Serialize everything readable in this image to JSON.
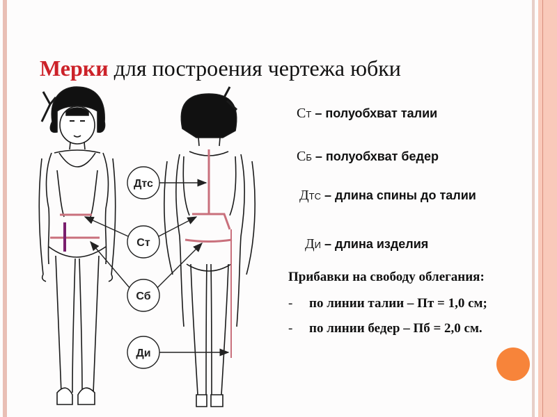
{
  "slide": {
    "title": {
      "accent": "Мерки",
      "rest": " для построения чертежа юбки"
    },
    "colors": {
      "accent": "#cc2229",
      "measure_line": "#c9707c",
      "measure_line_dark": "#7a1f6e",
      "orange_dot": "#f7843a",
      "border": "#f9c9ba"
    },
    "figure_labels": [
      {
        "id": "dts",
        "text": "Дтс"
      },
      {
        "id": "st",
        "text": "Ст"
      },
      {
        "id": "sb",
        "text": "Сб"
      },
      {
        "id": "di",
        "text": "Ди"
      }
    ],
    "legend": [
      {
        "sym": "С",
        "sub": "т",
        "desc": "– полуобхват талии"
      },
      {
        "sym": "С",
        "sub": "б",
        "desc": "– полуобхват бедер"
      },
      {
        "sym": "Д",
        "sub": "тс",
        "desc": "– длина спины до талии"
      },
      {
        "sym": "Д",
        "sub": "и",
        "desc": "– длина изделия"
      }
    ],
    "allowances": {
      "title": "Прибавки на свободу облегания:",
      "items": [
        {
          "dash": "-",
          "text": "по линии талии – Пт = 1,0 см;"
        },
        {
          "dash": "-",
          "text": "по линии бедер – Пб = 2,0 см."
        }
      ]
    }
  }
}
